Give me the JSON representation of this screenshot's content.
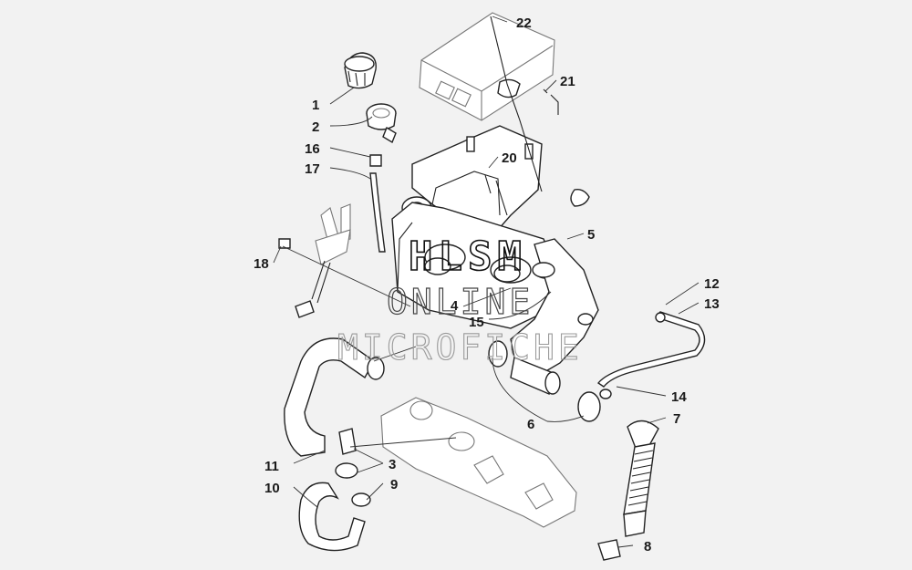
{
  "callouts": [
    "1",
    "2",
    "3",
    "4",
    "5",
    "6",
    "7",
    "8",
    "9",
    "10",
    "11",
    "12",
    "13",
    "14",
    "15",
    "16",
    "17",
    "18",
    "20",
    "21",
    "22"
  ],
  "watermark": {
    "line1": "HLSM",
    "line2": "ONLINE",
    "line3": "MICROFICHE"
  }
}
